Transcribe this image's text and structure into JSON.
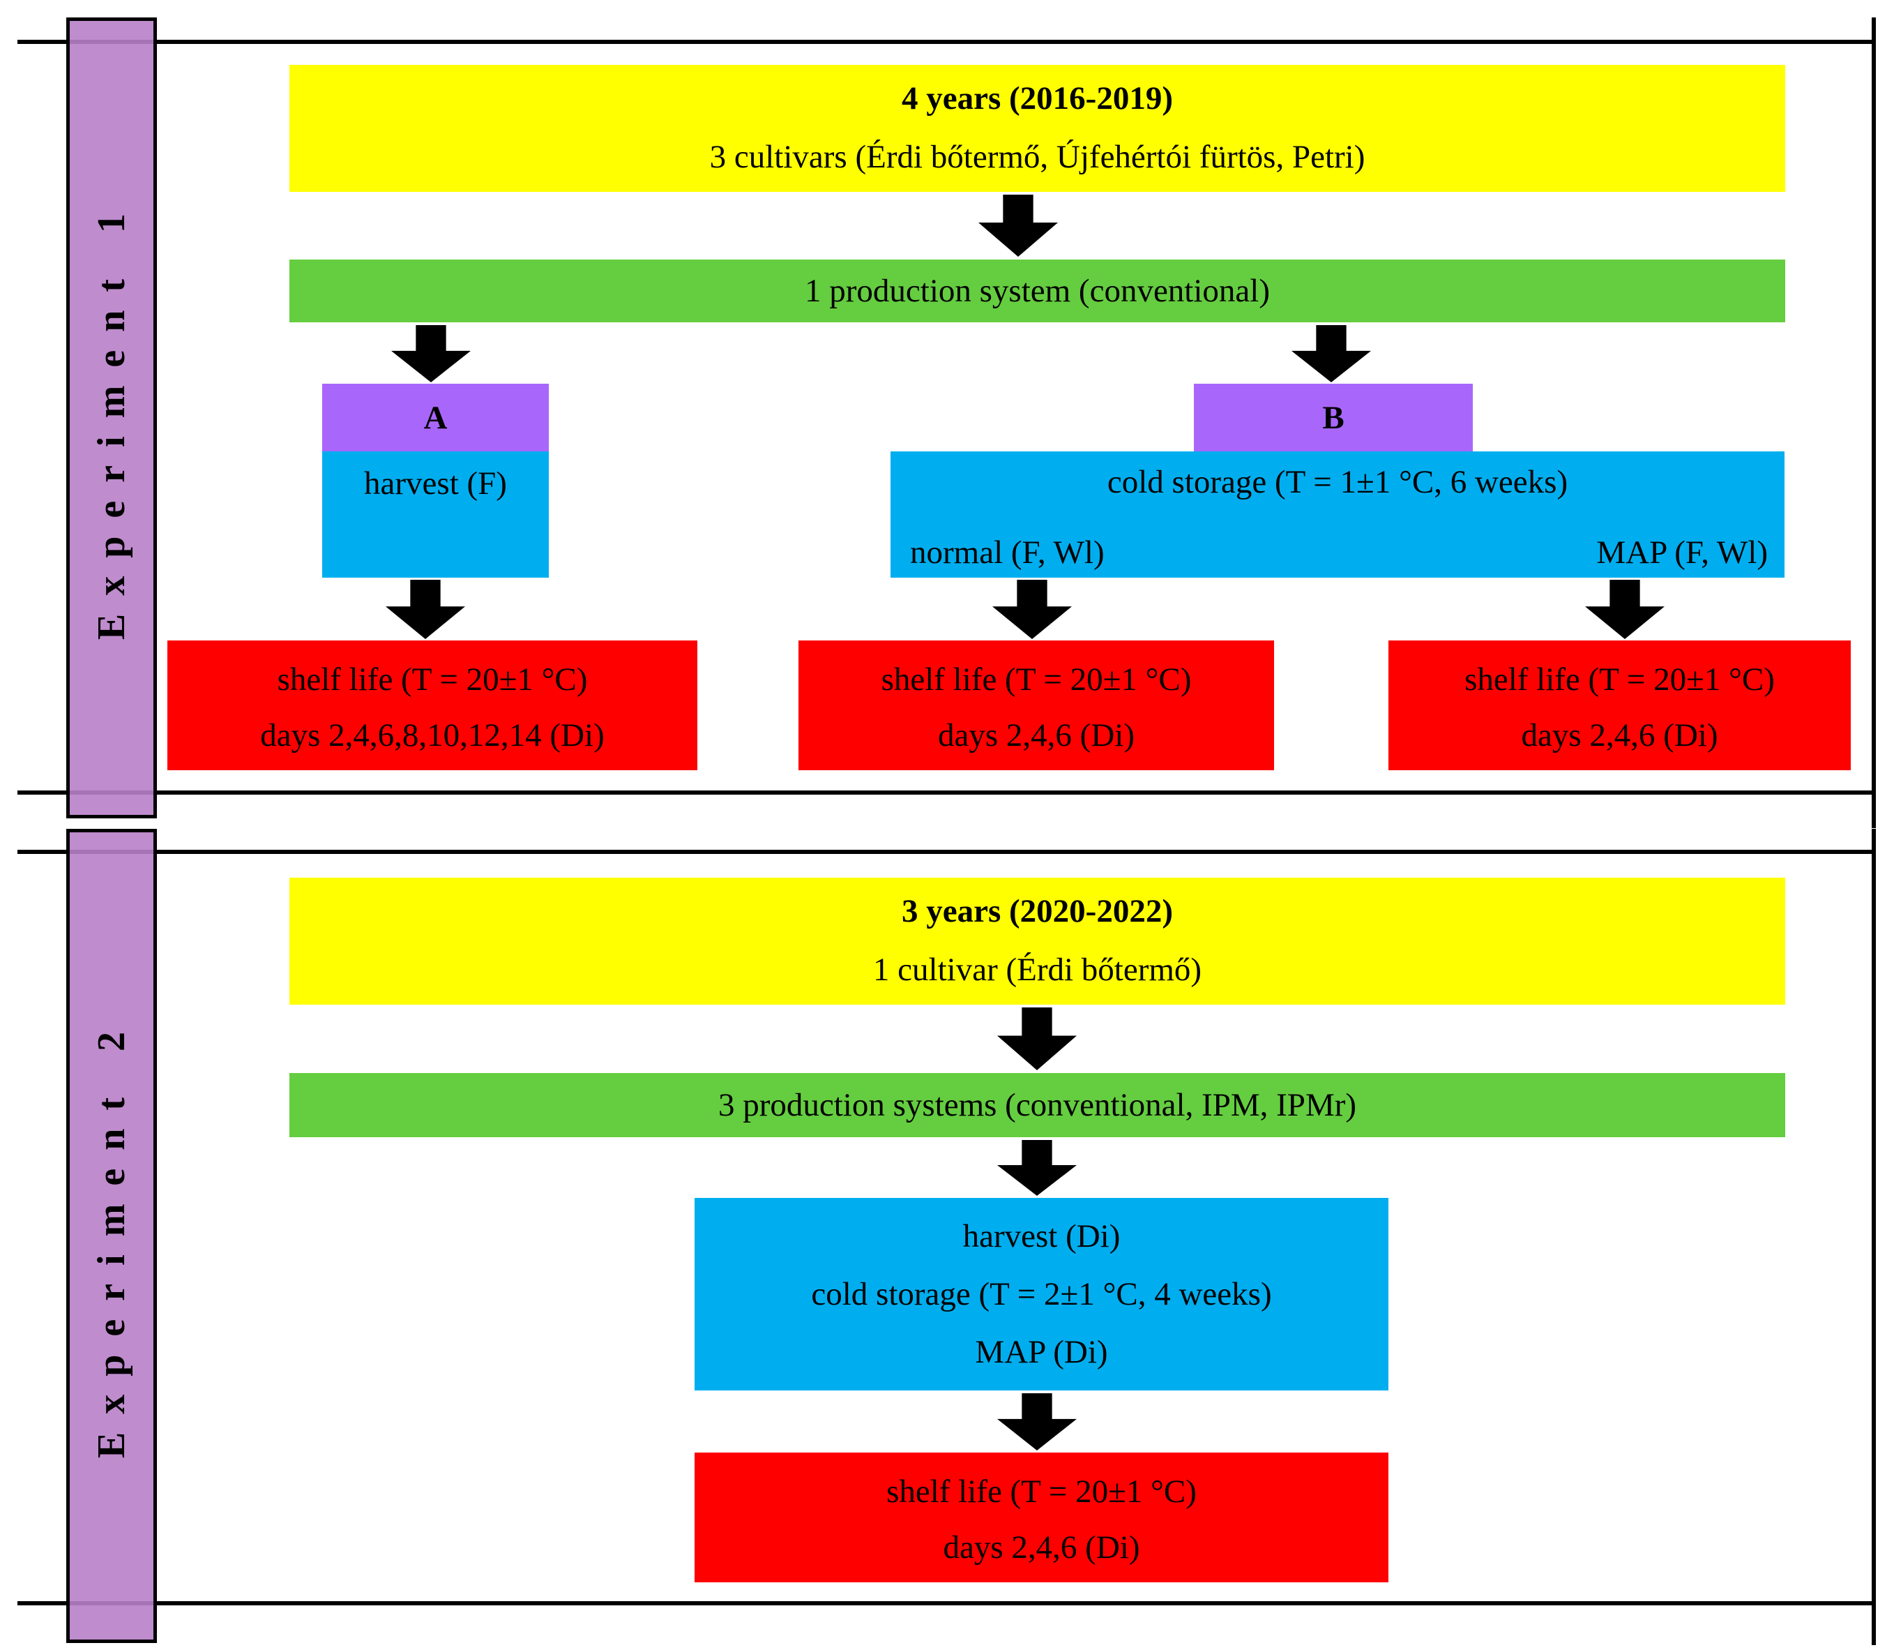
{
  "colors": {
    "yellow": "#FFFF00",
    "green": "#65CD40",
    "blue": "#00AEEF",
    "node_purple": "#A966FA",
    "sidebar_purple": "#B880C8",
    "red": "#FF0000",
    "line_black": "#000000"
  },
  "experiment1": {
    "label": "Experiment 1",
    "years_box": {
      "title": "4 years (2016-2019)",
      "subtitle": "3 cultivars (Érdi bőtermő, Újfehértói fürtös, Petri)"
    },
    "production_box": "1 production system (conventional)",
    "branch_a": {
      "label": "A",
      "treatment": "harvest (F)",
      "shelf_life": "shelf life (T = 20±1 °C)",
      "days": "days 2,4,6,8,10,12,14 (Di)"
    },
    "branch_b": {
      "label": "B",
      "treatment_title": "cold storage (T = 1±1 °C, 6 weeks)",
      "option_left": "normal (F, Wl)",
      "option_right": "MAP (F, Wl)",
      "shelf_life_left": "shelf life (T = 20±1 °C)",
      "days_left": "days 2,4,6 (Di)",
      "shelf_life_right": "shelf life (T = 20±1 °C)",
      "days_right": "days 2,4,6 (Di)"
    }
  },
  "experiment2": {
    "label": "Experiment 2",
    "years_box": {
      "title": "3 years (2020-2022)",
      "subtitle": "1 cultivar (Érdi bőtermő)"
    },
    "production_box": "3 production systems (conventional, IPM, IPMr)",
    "treatment_box": {
      "line1": "harvest (Di)",
      "line2": "cold storage (T = 2±1 °C, 4 weeks)",
      "line3": "MAP (Di)"
    },
    "shelf_life_box": {
      "line1": "shelf life (T = 20±1 °C)",
      "line2": "days 2,4,6 (Di)"
    }
  }
}
